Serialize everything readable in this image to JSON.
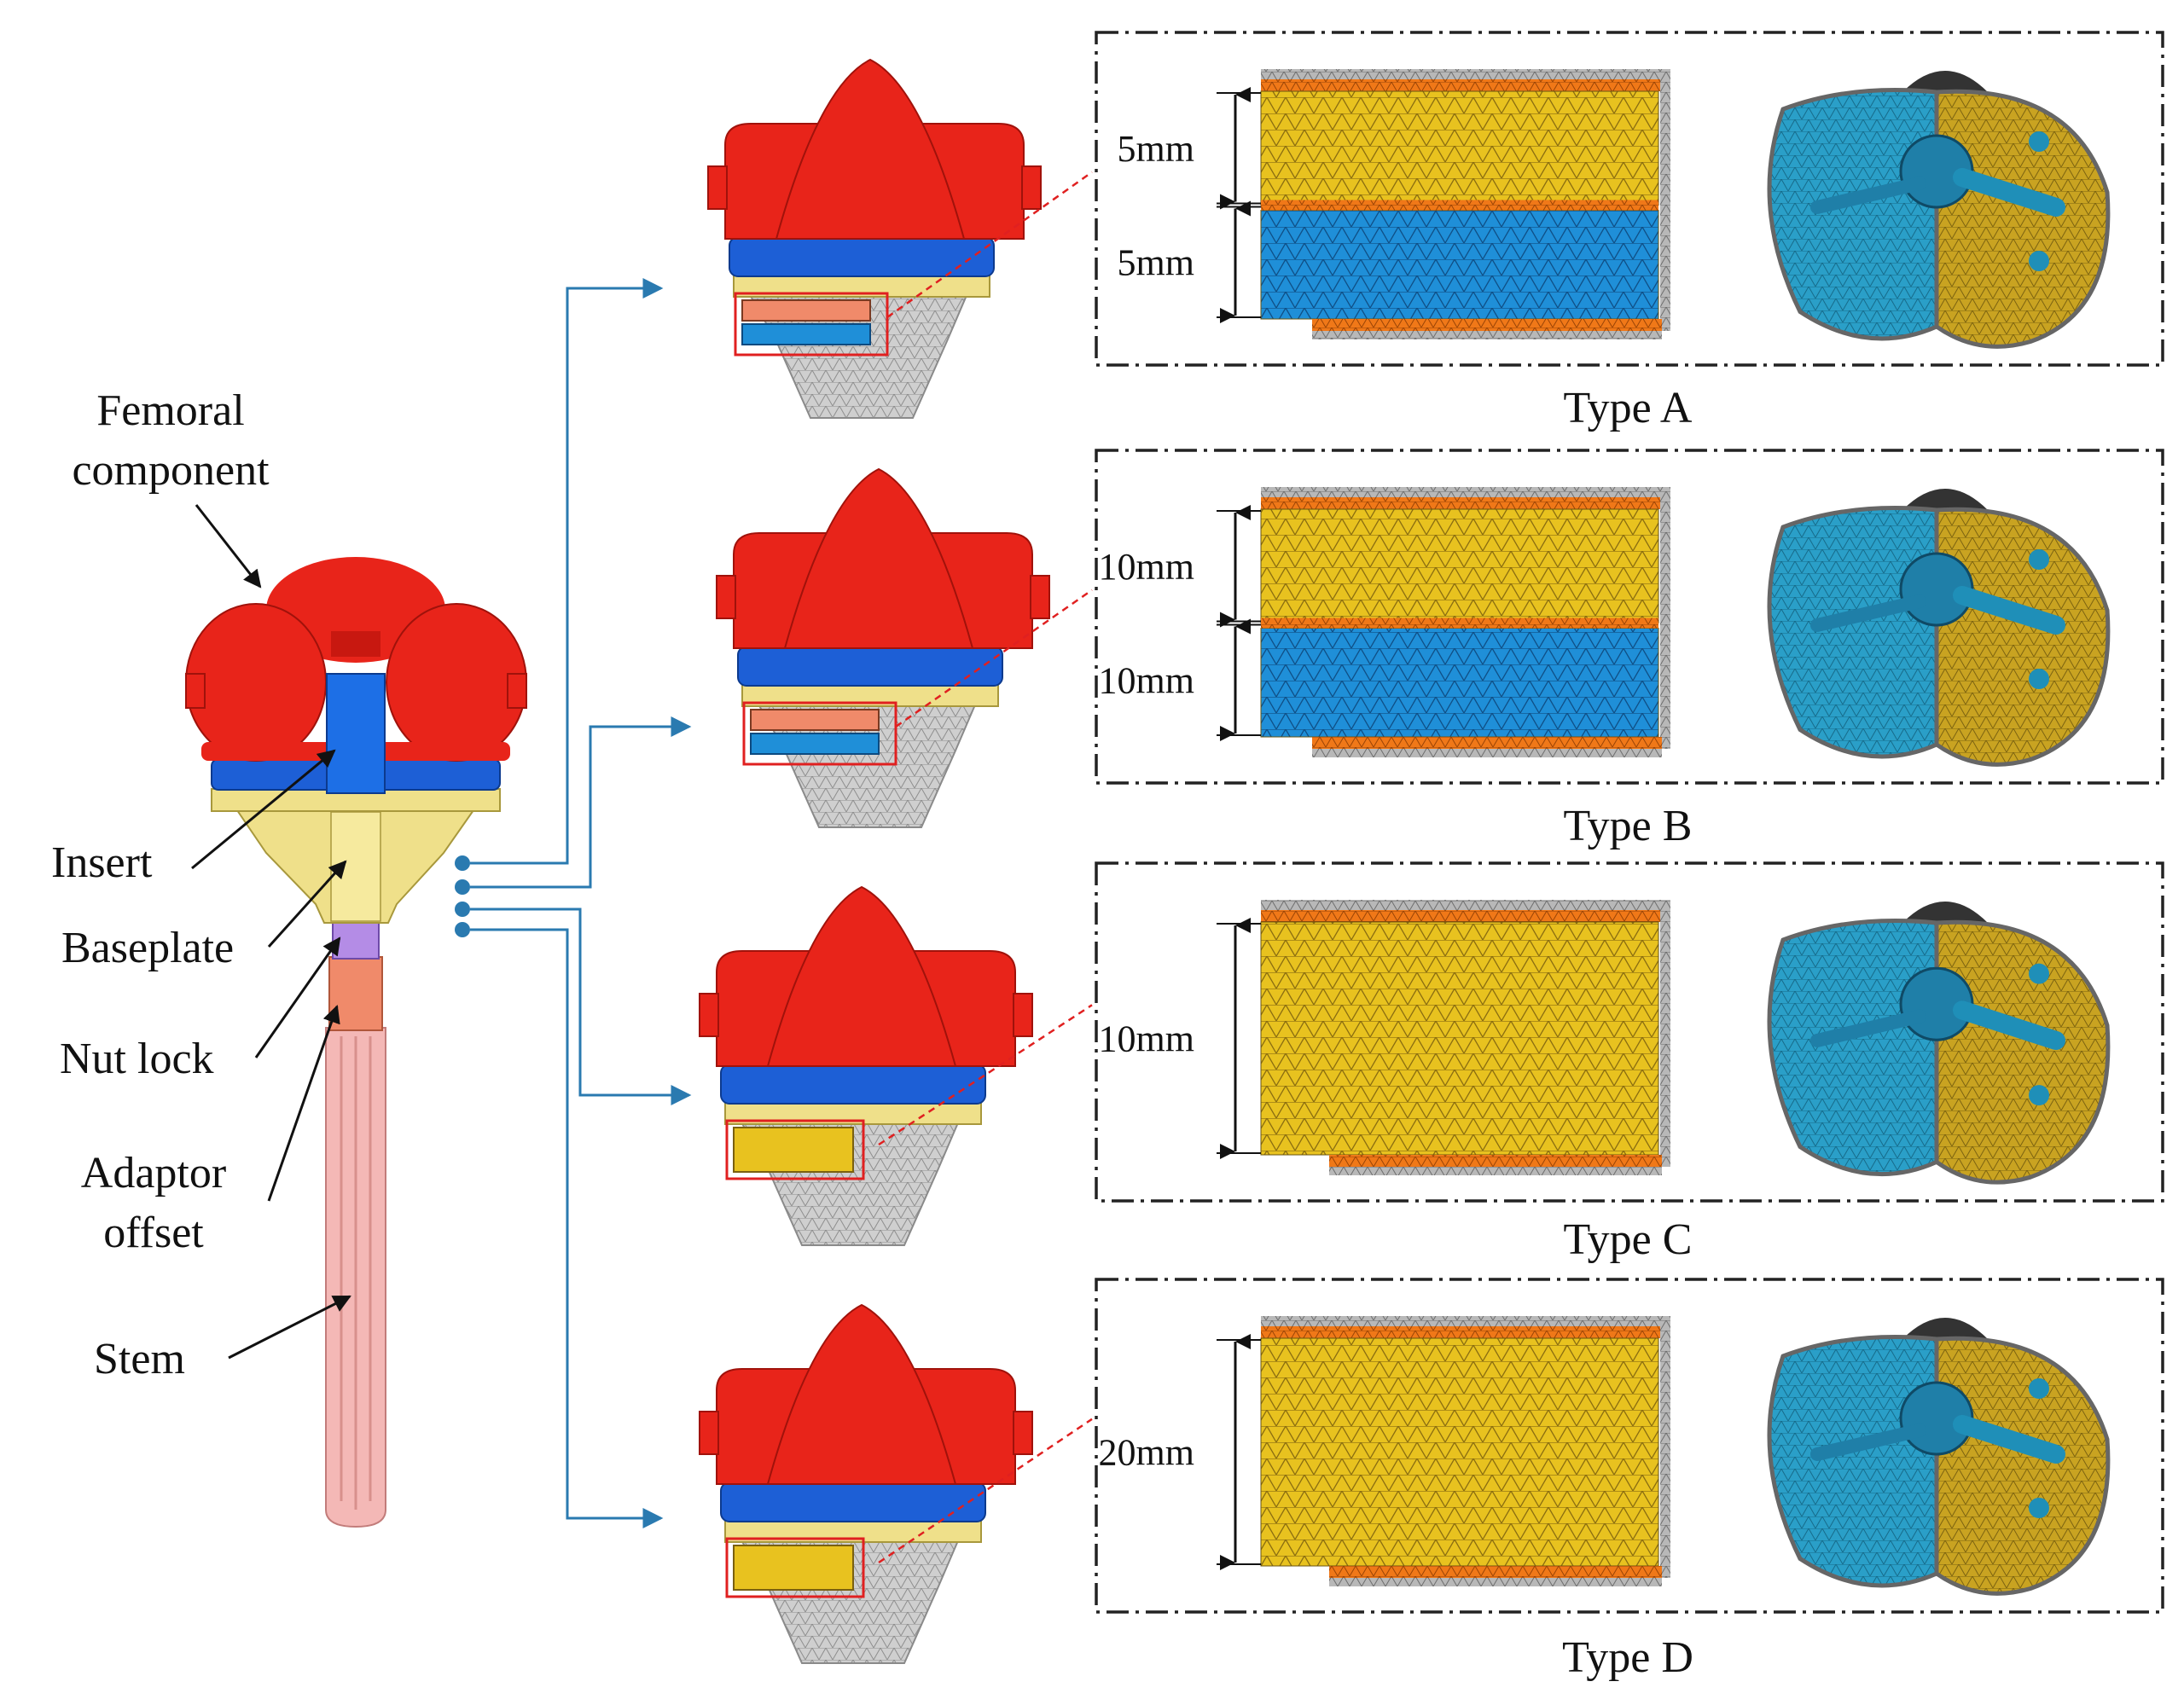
{
  "colors": {
    "femoral": "#e8241a",
    "femoral_dark": "#b8140c",
    "insert": "#1d5fd6",
    "baseplate": "#efe08a",
    "nut_lock": "#b48ce6",
    "adaptor": "#f08a6a",
    "stem": "#f4b8b6",
    "tibia": "#d0d0d0",
    "augment_yellow": "#e8c21f",
    "augment_blue": "#1f8fd8",
    "augment_orange": "#f07818",
    "cement_orange": "#e98a2a",
    "mesh_teal": "#2a9fc8",
    "mesh_gold": "#c9a321",
    "arrow_blue": "#2a7ab0",
    "highlight_red": "#e02020"
  },
  "labels": {
    "femoral_line1": "Femoral",
    "femoral_line2": "component",
    "insert": "Insert",
    "baseplate": "Baseplate",
    "nut_lock": "Nut lock",
    "adaptor_line1": "Adaptor",
    "adaptor_line2": "offset",
    "stem": "Stem"
  },
  "panels": [
    {
      "type_label": "Type A",
      "dims": [
        "5mm",
        "5mm"
      ]
    },
    {
      "type_label": "Type B",
      "dims": [
        "10mm",
        "10mm"
      ]
    },
    {
      "type_label": "Type C",
      "dims": [
        "10mm"
      ]
    },
    {
      "type_label": "Type D",
      "dims": [
        "20mm"
      ]
    }
  ]
}
